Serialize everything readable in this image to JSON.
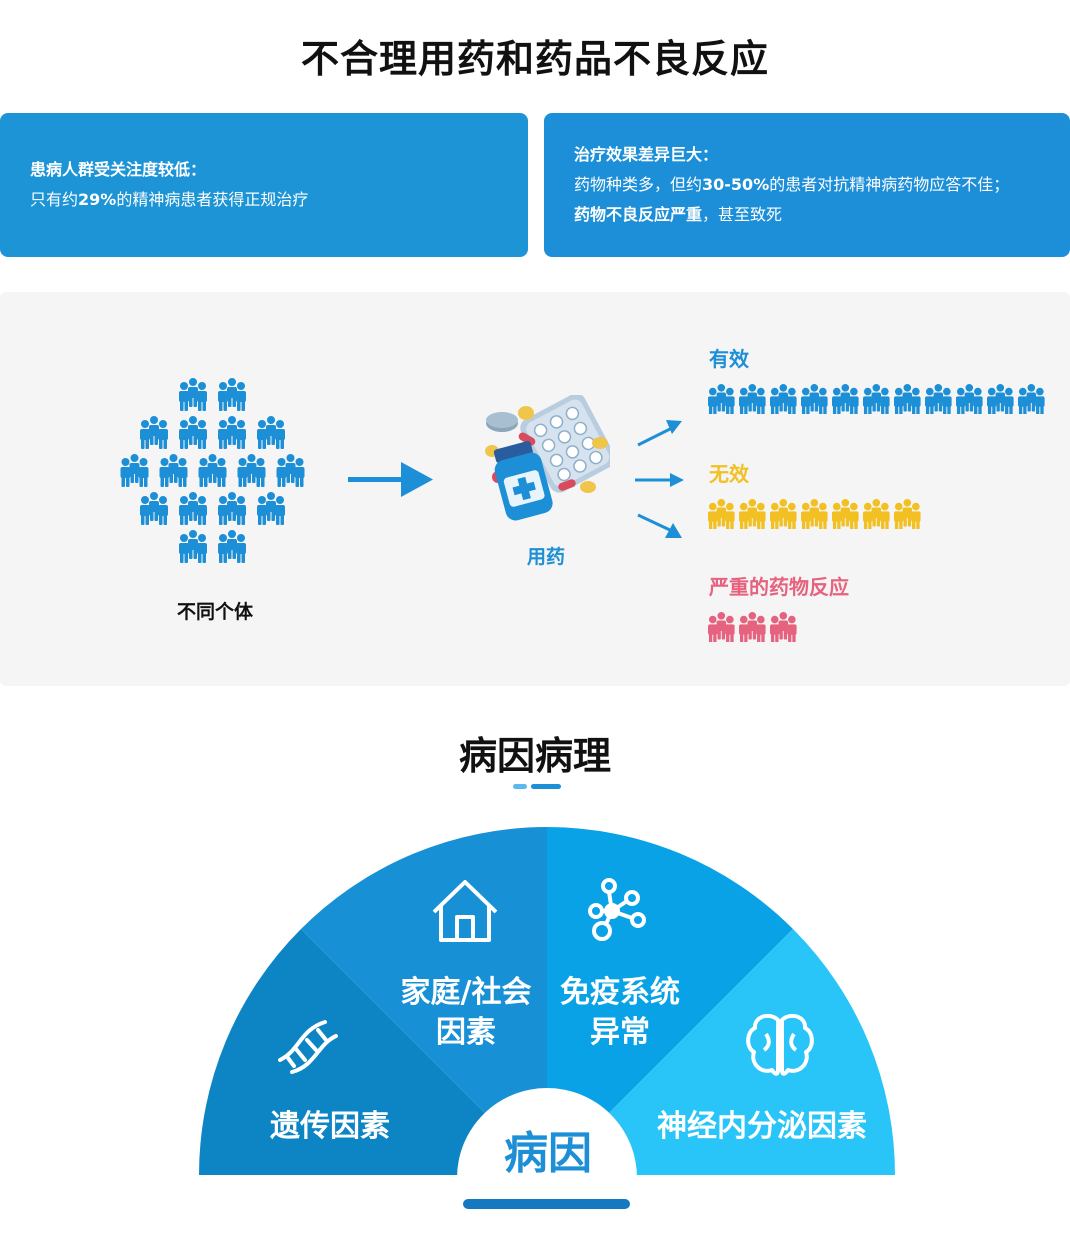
{
  "title": "不合理用药和药品不良反应",
  "card_left": {
    "heading": "患病人群受关注度较低：",
    "line_pre": "只有约",
    "line_bold": "29%",
    "line_post": "的精神病患者获得正规治疗"
  },
  "card_right": {
    "heading": "治疗效果差异巨大：",
    "line1_pre": "药物种类多，但约",
    "line1_bold": "30-50%",
    "line1_post": "的患者对抗精神病药物应答不佳；",
    "line2_bold": "药物不良反应严重",
    "line2_post": "，甚至致死"
  },
  "flow": {
    "crowd_label": "不同个体",
    "drug_label": "用药",
    "results": {
      "effective": "有效",
      "no_effect": "无效",
      "adverse": "严重的药物反应"
    }
  },
  "section2": {
    "title": "病因病理",
    "center_label": "病因",
    "segments": {
      "genetic": "遗传因素",
      "family_line1": "家庭/社会",
      "family_line2": "因素",
      "immune_line1": "免疫系统",
      "immune_line2": "异常",
      "neuro": "神经内分泌因素"
    },
    "icons": {
      "genetic": "dna-icon",
      "family": "house-icon",
      "immune": "molecule-icon",
      "neuro": "brain-icon"
    }
  },
  "colors": {
    "blue": "#1d8fd6",
    "yellow": "#f2c023",
    "pink": "#e5637e",
    "seg_genetic": "#0d85c4",
    "seg_family": "#1890d6",
    "seg_immune": "#0aa2e6",
    "seg_neuro": "#29c4f8"
  }
}
